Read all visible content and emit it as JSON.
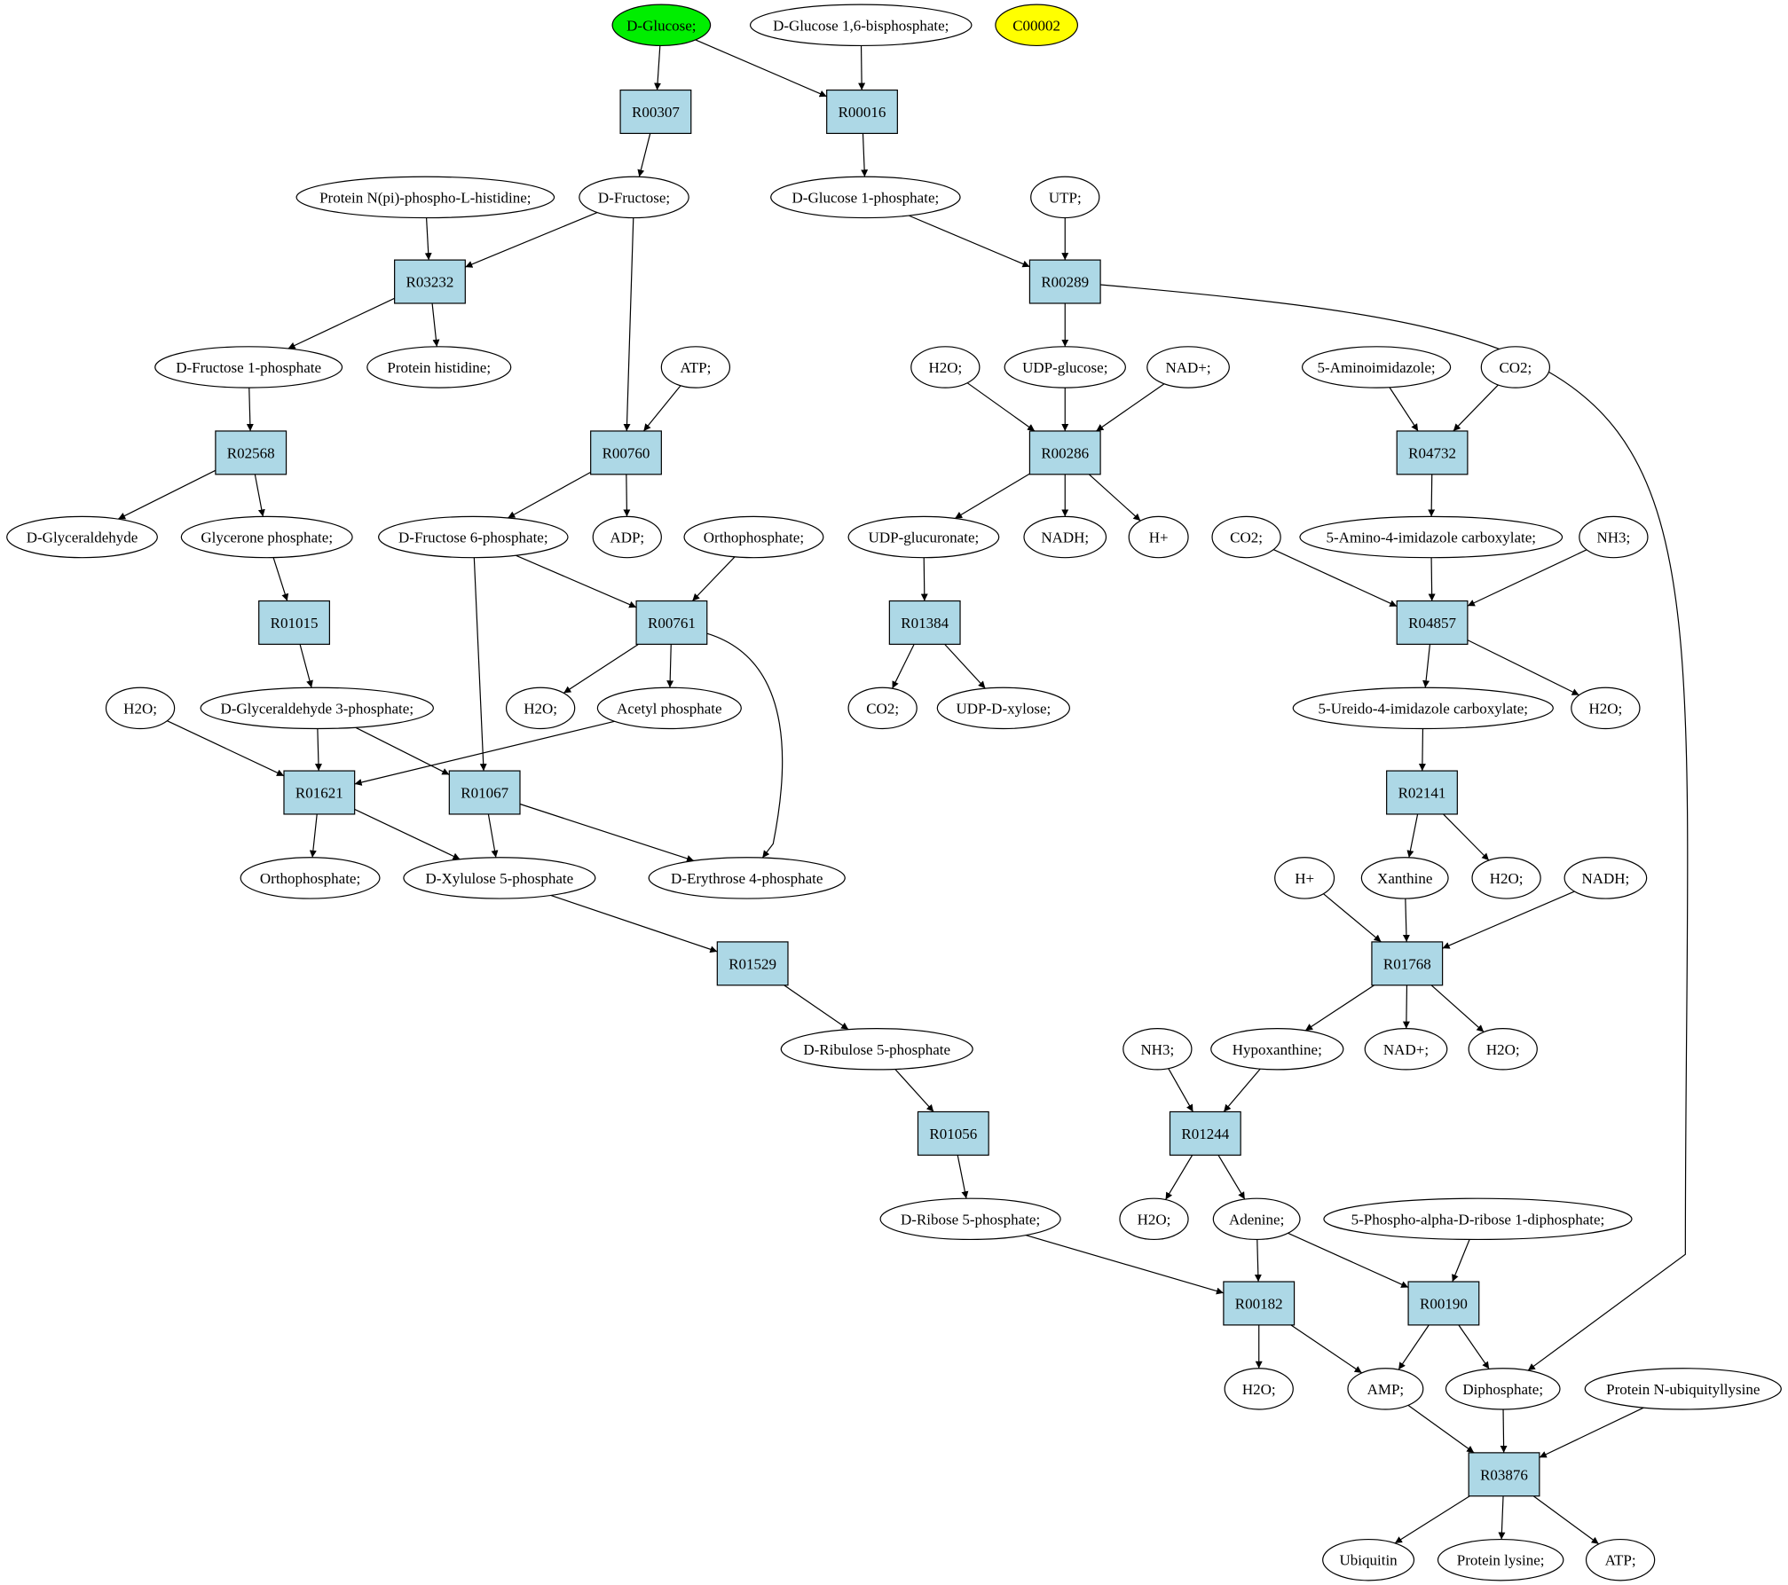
{
  "colors": {
    "reaction_fill": "#add8e6",
    "start_fill": "#00ee00",
    "highlight_fill": "#ffff00",
    "default_fill": "#ffffff",
    "stroke": "#000000"
  },
  "metabolites": [
    {
      "id": "m_glucose",
      "label": "D-Glucose;",
      "color": "#00ee00"
    },
    {
      "id": "m_g16bp",
      "label": "D-Glucose 1,6-bisphosphate;"
    },
    {
      "id": "m_c00002",
      "label": "C00002",
      "color": "#ffff00"
    },
    {
      "id": "m_protN",
      "label": "Protein N(pi)-phospho-L-histidine;"
    },
    {
      "id": "m_fructose",
      "label": "D-Fructose;"
    },
    {
      "id": "m_g1p",
      "label": "D-Glucose 1-phosphate;"
    },
    {
      "id": "m_utp",
      "label": "UTP;"
    },
    {
      "id": "m_f1p",
      "label": "D-Fructose 1-phosphate"
    },
    {
      "id": "m_prothis",
      "label": "Protein histidine;"
    },
    {
      "id": "m_atp1",
      "label": "ATP;"
    },
    {
      "id": "m_h2o_a",
      "label": "H2O;"
    },
    {
      "id": "m_udpglc",
      "label": "UDP-glucose;"
    },
    {
      "id": "m_nad_a",
      "label": "NAD+;"
    },
    {
      "id": "m_5ai",
      "label": "5-Aminoimidazole;"
    },
    {
      "id": "m_co2_a",
      "label": "CO2;"
    },
    {
      "id": "m_glyald",
      "label": "D-Glyceraldehyde"
    },
    {
      "id": "m_dhap",
      "label": "Glycerone phosphate;"
    },
    {
      "id": "m_f6p",
      "label": "D-Fructose 6-phosphate;"
    },
    {
      "id": "m_adp",
      "label": "ADP;"
    },
    {
      "id": "m_pi_a",
      "label": "Orthophosphate;"
    },
    {
      "id": "m_udpglca",
      "label": "UDP-glucuronate;"
    },
    {
      "id": "m_nadh_a",
      "label": "NADH;"
    },
    {
      "id": "m_h_a",
      "label": "H+"
    },
    {
      "id": "m_co2_b",
      "label": "CO2;"
    },
    {
      "id": "m_5a4ic",
      "label": "5-Amino-4-imidazole carboxylate;"
    },
    {
      "id": "m_nh3_a",
      "label": "NH3;"
    },
    {
      "id": "m_h2o_b",
      "label": "H2O;"
    },
    {
      "id": "m_g3p",
      "label": "D-Glyceraldehyde 3-phosphate;"
    },
    {
      "id": "m_h2o_c",
      "label": "H2O;"
    },
    {
      "id": "m_acp",
      "label": "Acetyl phosphate"
    },
    {
      "id": "m_co2_c",
      "label": "CO2;"
    },
    {
      "id": "m_udpxyl",
      "label": "UDP-D-xylose;"
    },
    {
      "id": "m_5u4ic",
      "label": "5-Ureido-4-imidazole carboxylate;"
    },
    {
      "id": "m_h2o_d",
      "label": "H2O;"
    },
    {
      "id": "m_pi_b",
      "label": "Orthophosphate;"
    },
    {
      "id": "m_x5p",
      "label": "D-Xylulose 5-phosphate"
    },
    {
      "id": "m_e4p",
      "label": "D-Erythrose 4-phosphate"
    },
    {
      "id": "m_h_b",
      "label": "H+"
    },
    {
      "id": "m_xan",
      "label": "Xanthine"
    },
    {
      "id": "m_h2o_e",
      "label": "H2O;"
    },
    {
      "id": "m_nadh_b",
      "label": "NADH;"
    },
    {
      "id": "m_ru5p",
      "label": "D-Ribulose 5-phosphate"
    },
    {
      "id": "m_nh3_b",
      "label": "NH3;"
    },
    {
      "id": "m_hyp",
      "label": "Hypoxanthine;"
    },
    {
      "id": "m_nad_b",
      "label": "NAD+;"
    },
    {
      "id": "m_h2o_f",
      "label": "H2O;"
    },
    {
      "id": "m_r5p",
      "label": "D-Ribose 5-phosphate;"
    },
    {
      "id": "m_h2o_g",
      "label": "H2O;"
    },
    {
      "id": "m_ade",
      "label": "Adenine;"
    },
    {
      "id": "m_prpp",
      "label": "5-Phospho-alpha-D-ribose 1-diphosphate;"
    },
    {
      "id": "m_h2o_h",
      "label": "H2O;"
    },
    {
      "id": "m_amp",
      "label": "AMP;"
    },
    {
      "id": "m_ppi",
      "label": "Diphosphate;"
    },
    {
      "id": "m_protub",
      "label": "Protein N-ubiquityllysine"
    },
    {
      "id": "m_ub",
      "label": "Ubiquitin"
    },
    {
      "id": "m_protlys",
      "label": "Protein lysine;"
    },
    {
      "id": "m_atp2",
      "label": "ATP;"
    }
  ],
  "reactions": [
    {
      "id": "R00307",
      "label": "R00307"
    },
    {
      "id": "R00016",
      "label": "R00016"
    },
    {
      "id": "R03232",
      "label": "R03232"
    },
    {
      "id": "R00289",
      "label": "R00289"
    },
    {
      "id": "R02568",
      "label": "R02568"
    },
    {
      "id": "R00760",
      "label": "R00760"
    },
    {
      "id": "R00286",
      "label": "R00286"
    },
    {
      "id": "R04732",
      "label": "R04732"
    },
    {
      "id": "R01015",
      "label": "R01015"
    },
    {
      "id": "R00761",
      "label": "R00761"
    },
    {
      "id": "R01384",
      "label": "R01384"
    },
    {
      "id": "R04857",
      "label": "R04857"
    },
    {
      "id": "R01621",
      "label": "R01621"
    },
    {
      "id": "R01067",
      "label": "R01067"
    },
    {
      "id": "R02141",
      "label": "R02141"
    },
    {
      "id": "R01529",
      "label": "R01529"
    },
    {
      "id": "R01768",
      "label": "R01768"
    },
    {
      "id": "R01056",
      "label": "R01056"
    },
    {
      "id": "R01244",
      "label": "R01244"
    },
    {
      "id": "R00182",
      "label": "R00182"
    },
    {
      "id": "R00190",
      "label": "R00190"
    },
    {
      "id": "R03876",
      "label": "R03876"
    }
  ],
  "edges": [
    [
      "m_glucose",
      "R00307"
    ],
    [
      "m_glucose",
      "R00016"
    ],
    [
      "m_g16bp",
      "R00016"
    ],
    [
      "R00307",
      "m_fructose"
    ],
    [
      "R00016",
      "m_g1p"
    ],
    [
      "m_protN",
      "R03232"
    ],
    [
      "m_fructose",
      "R03232"
    ],
    [
      "m_fructose",
      "R00760"
    ],
    [
      "m_g1p",
      "R00289"
    ],
    [
      "m_utp",
      "R00289"
    ],
    [
      "R03232",
      "m_f1p"
    ],
    [
      "R03232",
      "m_prothis"
    ],
    [
      "R00289",
      "m_udpglc"
    ],
    [
      "R00289",
      "m_ppi"
    ],
    [
      "m_f1p",
      "R02568"
    ],
    [
      "m_atp1",
      "R00760"
    ],
    [
      "m_h2o_a",
      "R00286"
    ],
    [
      "m_udpglc",
      "R00286"
    ],
    [
      "m_nad_a",
      "R00286"
    ],
    [
      "m_5ai",
      "R04732"
    ],
    [
      "m_co2_a",
      "R04732"
    ],
    [
      "R02568",
      "m_glyald"
    ],
    [
      "R02568",
      "m_dhap"
    ],
    [
      "R00760",
      "m_f6p"
    ],
    [
      "R00760",
      "m_adp"
    ],
    [
      "R00286",
      "m_udpglca"
    ],
    [
      "R00286",
      "m_nadh_a"
    ],
    [
      "R00286",
      "m_h_a"
    ],
    [
      "R04732",
      "m_5a4ic"
    ],
    [
      "m_dhap",
      "R01015"
    ],
    [
      "m_f6p",
      "R00761"
    ],
    [
      "m_f6p",
      "R01067"
    ],
    [
      "m_pi_a",
      "R00761"
    ],
    [
      "m_udpglca",
      "R01384"
    ],
    [
      "m_co2_b",
      "R04857"
    ],
    [
      "m_5a4ic",
      "R04857"
    ],
    [
      "m_nh3_a",
      "R04857"
    ],
    [
      "R01015",
      "m_g3p"
    ],
    [
      "R00761",
      "m_h2o_b"
    ],
    [
      "R00761",
      "m_acp"
    ],
    [
      "R00761",
      "m_e4p"
    ],
    [
      "R01384",
      "m_co2_c"
    ],
    [
      "R01384",
      "m_udpxyl"
    ],
    [
      "R04857",
      "m_5u4ic"
    ],
    [
      "R04857",
      "m_h2o_d"
    ],
    [
      "m_h2o_c",
      "R01621"
    ],
    [
      "m_g3p",
      "R01621"
    ],
    [
      "m_g3p",
      "R01067"
    ],
    [
      "m_acp",
      "R01621"
    ],
    [
      "m_5u4ic",
      "R02141"
    ],
    [
      "R01621",
      "m_pi_b"
    ],
    [
      "R01621",
      "m_x5p"
    ],
    [
      "R01067",
      "m_x5p"
    ],
    [
      "R01067",
      "m_e4p"
    ],
    [
      "R02141",
      "m_xan"
    ],
    [
      "R02141",
      "m_h2o_e"
    ],
    [
      "m_x5p",
      "R01529"
    ],
    [
      "m_h_b",
      "R01768"
    ],
    [
      "m_xan",
      "R01768"
    ],
    [
      "m_nadh_b",
      "R01768"
    ],
    [
      "R01529",
      "m_ru5p"
    ],
    [
      "R01768",
      "m_hyp"
    ],
    [
      "R01768",
      "m_nad_b"
    ],
    [
      "R01768",
      "m_h2o_f"
    ],
    [
      "m_ru5p",
      "R01056"
    ],
    [
      "m_nh3_b",
      "R01244"
    ],
    [
      "m_hyp",
      "R01244"
    ],
    [
      "R01056",
      "m_r5p"
    ],
    [
      "R01244",
      "m_h2o_g"
    ],
    [
      "R01244",
      "m_ade"
    ],
    [
      "m_r5p",
      "R00182"
    ],
    [
      "m_ade",
      "R00182"
    ],
    [
      "m_ade",
      "R00190"
    ],
    [
      "m_prpp",
      "R00190"
    ],
    [
      "R00182",
      "m_h2o_h"
    ],
    [
      "R00182",
      "m_amp"
    ],
    [
      "R00190",
      "m_amp"
    ],
    [
      "R00190",
      "m_ppi"
    ],
    [
      "m_amp",
      "R03876"
    ],
    [
      "m_ppi",
      "R03876"
    ],
    [
      "m_protub",
      "R03876"
    ],
    [
      "R03876",
      "m_ub"
    ],
    [
      "R03876",
      "m_protlys"
    ],
    [
      "R03876",
      "m_atp2"
    ]
  ]
}
